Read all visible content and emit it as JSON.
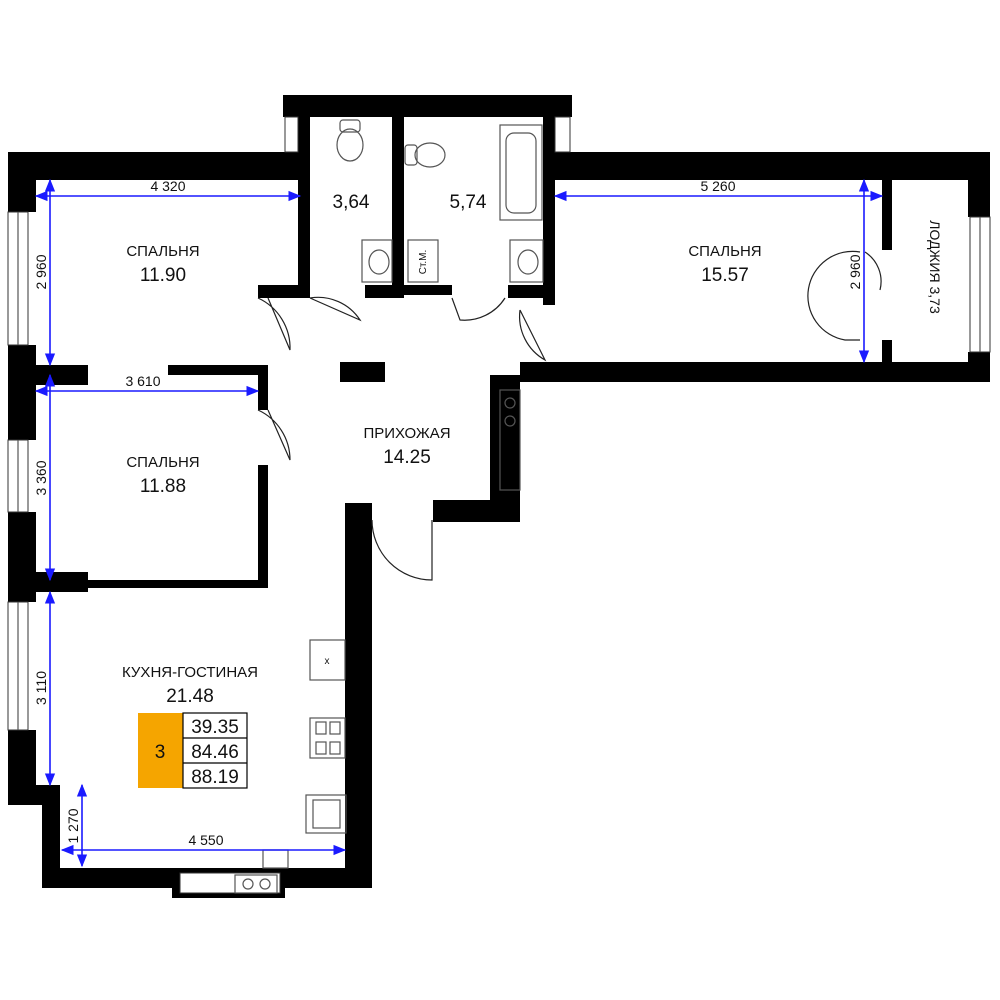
{
  "rooms": [
    {
      "id": "bedroom-1",
      "name": "СПАЛЬНЯ",
      "area": "11.90"
    },
    {
      "id": "bedroom-2",
      "name": "СПАЛЬНЯ",
      "area": "11.88"
    },
    {
      "id": "bedroom-3",
      "name": "СПАЛЬНЯ",
      "area": "15.57"
    },
    {
      "id": "hallway",
      "name": "ПРИХОЖАЯ",
      "area": "14.25"
    },
    {
      "id": "kitchen-living",
      "name": "КУХНЯ-ГОСТИНАЯ",
      "area": "21.48"
    }
  ],
  "wet_rooms": {
    "toilet_area": "3,64",
    "bathroom_area": "5,74",
    "washer_label": "Ст.М."
  },
  "loggia": {
    "label": "ЛОДЖИЯ 3,73"
  },
  "dimensions": {
    "bedroom1_width": "4 320",
    "bedroom1_depth": "2 960",
    "bedroom2_width": "3 610",
    "bedroom2_depth": "3 360",
    "bedroom3_width": "5 260",
    "bedroom3_depth": "2 960",
    "kitchen_depth": "3 110",
    "kitchen_bay": "1 270",
    "kitchen_width": "4 550"
  },
  "summary": {
    "rooms_count": "3",
    "living_area": "39.35",
    "total_area": "84.46",
    "total_with_loggia": "88.19",
    "badge_color": "#f5a500"
  },
  "fixtures": {
    "fridge_mark": "x"
  },
  "colors": {
    "wall": "#000000",
    "dimension_lines": "#1a1aff"
  }
}
